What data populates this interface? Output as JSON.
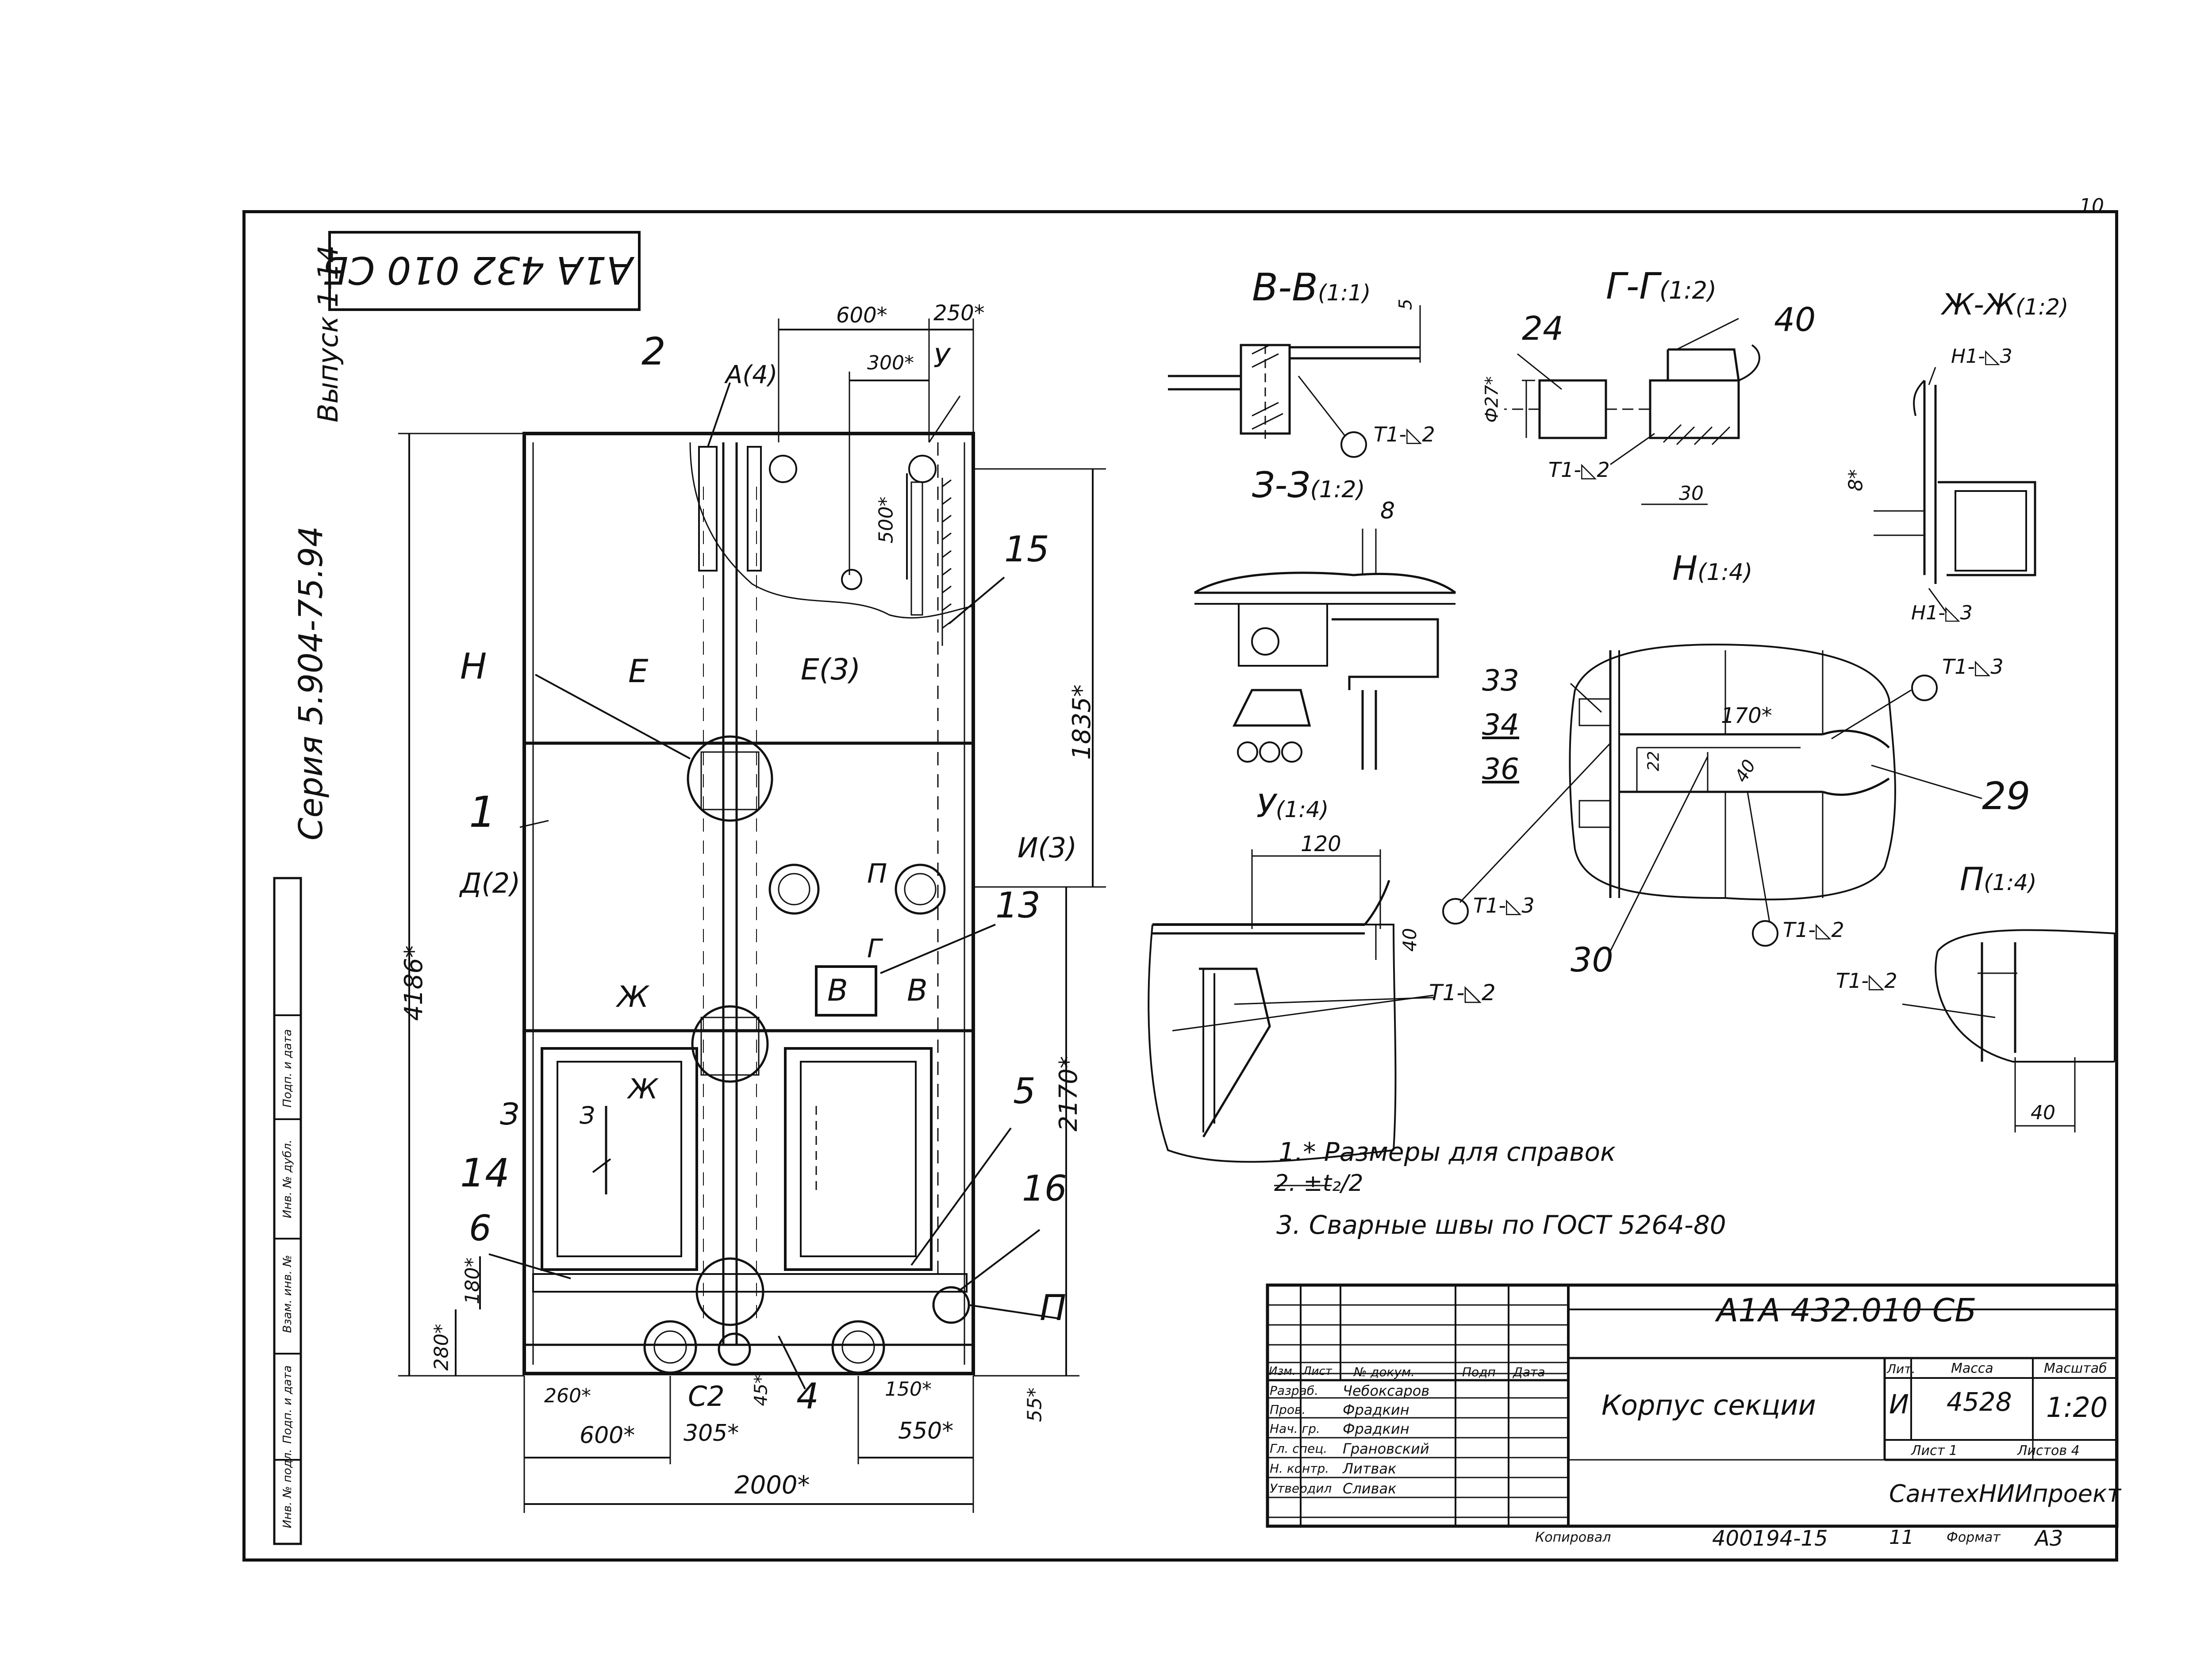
{
  "sheet": {
    "page_number": "10",
    "doc_code_rotated": "А1А 432 010 СБ",
    "series": "Серия 5.904-75.94",
    "issue": "Выпуск 1-14",
    "archive_labels": [
      "Инв. № подл.",
      "Подп. и дата",
      "Взам. инв. №",
      "Инв. № дубл.",
      "Подп. и дата"
    ]
  },
  "main_view": {
    "dims": {
      "w600_top": "600*",
      "w250": "250*",
      "w300": "300*",
      "w500": "500*",
      "h4186": "4186*",
      "h1835": "1835*",
      "h2170": "2170*",
      "h180": "180*",
      "h280": "280*",
      "b260": "260*",
      "b600": "600*",
      "b305": "305*",
      "b45": "45*",
      "b150": "150*",
      "b550": "550*",
      "b55": "55*",
      "b2000": "2000*"
    },
    "callouts": [
      "2",
      "15",
      "1",
      "13",
      "14",
      "6",
      "5",
      "16",
      "4",
      "С2",
      "П",
      "Н",
      "У"
    ],
    "section_marks": [
      "А(4)",
      "Е",
      "Е(3)",
      "Д(2)",
      "И(3)",
      "П",
      "Г",
      "В",
      "В",
      "Ж",
      "Ж",
      "З",
      "З"
    ]
  },
  "details": {
    "vv": {
      "title": "В-В",
      "scale": "(1:1)",
      "dim": "5",
      "weld": "Т1-◺2"
    },
    "gg": {
      "title": "Г-Г",
      "scale": "(1:2)",
      "n24": "24",
      "n40": "40",
      "dia": "Ф27*",
      "dim30": "30",
      "weld": "Т1-◺2"
    },
    "zhzh": {
      "title": "Ж-Ж",
      "scale": "(1:2)",
      "weld_top": "Н1-◺3",
      "weld_bot": "Н1-◺3",
      "dim8": "8*"
    },
    "zz": {
      "title": "З-З",
      "scale": "(1:2)",
      "dim8": "8"
    },
    "n": {
      "title": "Н",
      "scale": "(1:4)",
      "n33": "33",
      "n34": "34",
      "n36": "36",
      "dim170": "170*",
      "d22": "22",
      "d40": "40",
      "n29": "29",
      "n30": "30",
      "weld_a": "Т1-◺3",
      "weld_b": "Т1-◺3",
      "weld_c": "Т1-◺2"
    },
    "u": {
      "title": "У",
      "scale": "(1:4)",
      "dim120": "120",
      "dim40": "40",
      "weld": "Т1-◺2"
    },
    "p": {
      "title": "П",
      "scale": "(1:4)",
      "weld": "Т1-◺2",
      "dim40": "40"
    }
  },
  "notes": [
    "1.* Размеры для справок",
    "2. ±t₂/2",
    "3. Сварные швы по ГОСТ 5264-80"
  ],
  "title_block": {
    "doc_code": "А1А 432.010 СБ",
    "doc_name": "Корпус секции",
    "header_cols": [
      "Изм.",
      "Лист",
      "№ докум.",
      "Подп",
      "Дата"
    ],
    "roles": [
      {
        "role": "Разраб.",
        "name": "Чебоксаров"
      },
      {
        "role": "Пров.",
        "name": "Фрадкин"
      },
      {
        "role": "Нач. гр.",
        "name": "Фрадкин"
      },
      {
        "role": "Гл. спец.",
        "name": "Грановский"
      },
      {
        "role": "Н. контр.",
        "name": "Литвак"
      },
      {
        "role": "Утвердил",
        "name": "Сливак"
      }
    ],
    "lit_label": "Лит.",
    "mass_label": "Масса",
    "scale_label": "Масштаб",
    "lit": "И",
    "mass": "4528",
    "scale": "1:20",
    "sheet_label": "Лист 1",
    "sheets_label": "Листов 4",
    "org": "СантехНИИпроект",
    "copied_label": "Копировал",
    "inv_number": "400194-15",
    "inv_sub": "11",
    "format_label": "Формат",
    "format": "А3"
  }
}
